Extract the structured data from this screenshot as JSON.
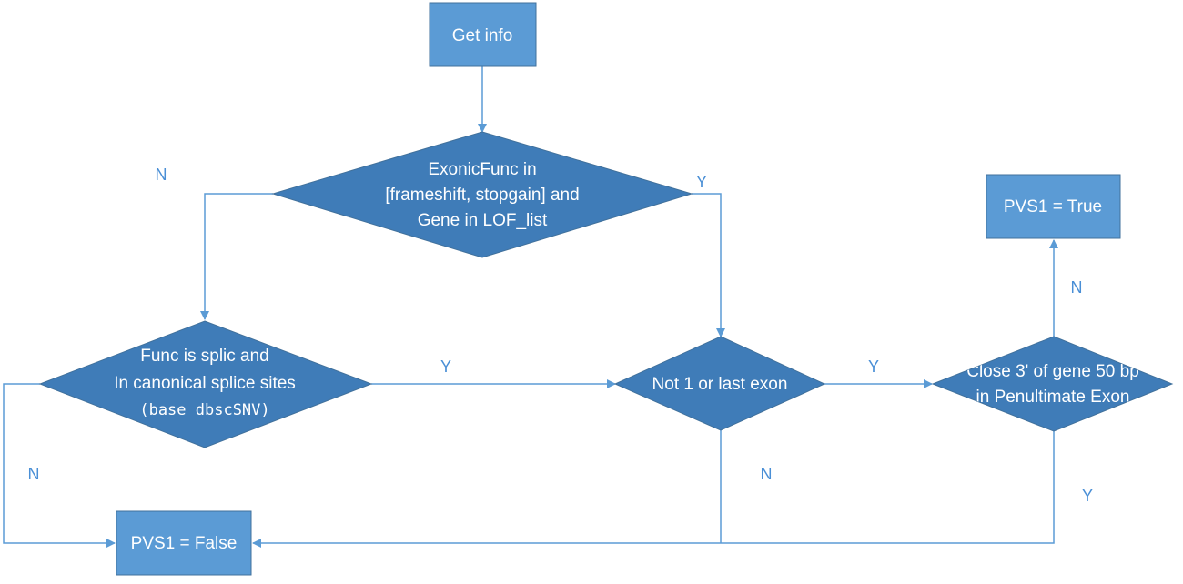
{
  "colors": {
    "box_fill": "#5b9bd5",
    "box_stroke": "#41719c",
    "diamond_fill": "#3f7cb8",
    "edge": "#5b9bd5",
    "edge_label": "#4a8fd6",
    "node_text": "#ffffff"
  },
  "nodes": {
    "get_info": {
      "label": "Get info"
    },
    "exonic": {
      "lines": [
        "ExonicFunc in",
        "[frameshift, stopgain] and",
        "Gene in LOF_list"
      ]
    },
    "splice": {
      "lines": [
        "Func is splic and",
        "In canonical splice sites",
        "(base dbscSNV)"
      ]
    },
    "not_exon": {
      "label": "Not 1 or last exon"
    },
    "close3": {
      "lines": [
        "Close 3' of gene 50 bp",
        "in Penultimate Exon"
      ]
    },
    "pvs1_true": {
      "label": "PVS1 = True"
    },
    "pvs1_false": {
      "label": "PVS1 = False"
    }
  },
  "edge_labels": {
    "exonic_no": "N",
    "exonic_yes": "Y",
    "splice_yes": "Y",
    "splice_no": "N",
    "notexon_yes": "Y",
    "notexon_no": "N",
    "close3_no": "N",
    "close3_yes": "Y"
  }
}
